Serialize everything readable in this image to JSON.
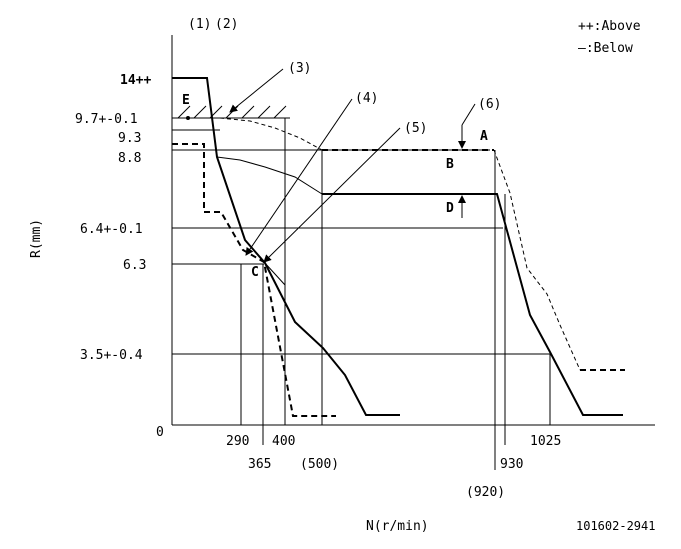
{
  "legend": {
    "above": "++:Above",
    "below": "—:Below"
  },
  "figure_id": "101602-2941",
  "axes": {
    "x_label": "N(r/min)",
    "y_label": "R(mm)",
    "origin_label": "0",
    "y_ticks": [
      "14++",
      "9.7+-0.1",
      "9.3",
      "8.8",
      "6.4+-0.1",
      "6.3",
      "3.5+-0.4"
    ],
    "x_ticks": [
      "290",
      "365",
      "400",
      "(500)",
      "(920)",
      "930",
      "1025"
    ]
  },
  "callouts": {
    "c1": "(1)",
    "c2": "(2)",
    "c3": "(3)",
    "c4": "(4)",
    "c5": "(5)",
    "c6": "(6)"
  },
  "points": {
    "A": "A",
    "B": "B",
    "C": "C",
    "D": "D",
    "E": "E"
  }
}
